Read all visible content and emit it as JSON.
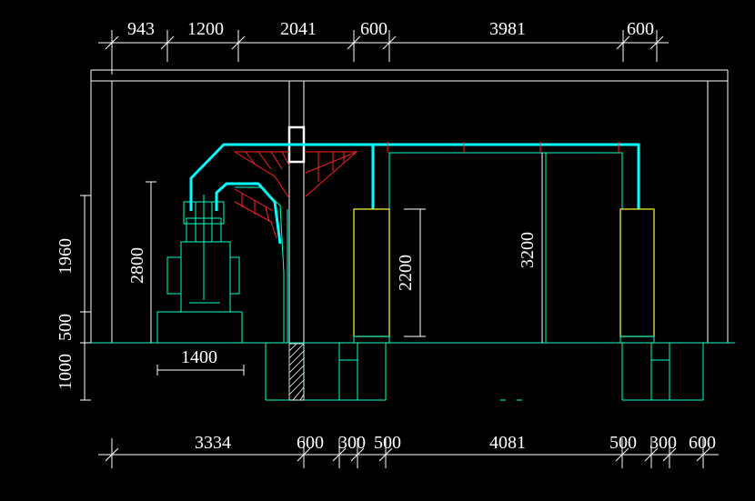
{
  "drawing": {
    "top_dimensions": [
      "943",
      "1200",
      "2041",
      "600",
      "3981",
      "600"
    ],
    "bottom_dimensions": [
      "3334",
      "600",
      "300",
      "500",
      "4081",
      "500",
      "300",
      "600"
    ],
    "left_dimensions": [
      "1960",
      "500",
      "1000"
    ],
    "inner_dimensions": {
      "machine_height": "2800",
      "machine_base_width": "1400",
      "column_height": "2200",
      "clear_height": "3200"
    }
  },
  "colors": {
    "background": "#000000",
    "dimension": "#ffffff",
    "structure": "#00ffcc",
    "pipe": "#00ffff",
    "bracket": "#ff2222",
    "column": "#ffff33",
    "frame": "#ffffff"
  }
}
